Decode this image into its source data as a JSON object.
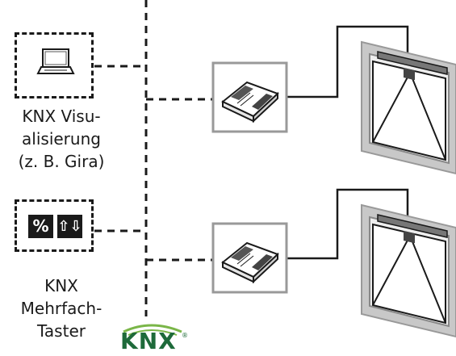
{
  "controllers": {
    "visualization": {
      "label_lines": [
        "KNX Visu-",
        "alisierung",
        "(z. B. Gira)"
      ],
      "icon": "laptop-icon"
    },
    "push_button": {
      "label_lines": [
        "KNX",
        "Mehrfach-",
        "Taster"
      ],
      "keys": [
        "%",
        "⇧⇩"
      ],
      "icon": "push-button-icon"
    }
  },
  "actuators": [
    {
      "icon": "knx-actuator-icon",
      "drives": "window-1"
    },
    {
      "icon": "knx-actuator-icon",
      "drives": "window-2"
    }
  ],
  "windows": [
    {
      "icon": "tilt-window-icon"
    },
    {
      "icon": "tilt-window-icon"
    }
  ],
  "logo": {
    "text": "KNX",
    "mark": "®",
    "colors": {
      "text": "#1e6a3a",
      "arc": "#7ab648"
    }
  },
  "colors": {
    "line": "#1a1a1a",
    "frame_fill": "#c8c8c8",
    "frame_stroke": "#999999"
  }
}
